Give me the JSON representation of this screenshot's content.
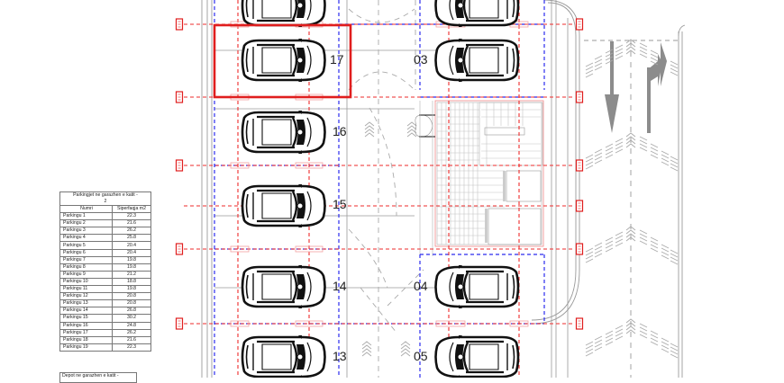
{
  "drawing": {
    "type": "parking garage floor plan",
    "colors": {
      "axis_red": "#ee2b2b",
      "axis_blue": "#2b2bee",
      "highlight_red": "#e01e1e",
      "line_gray": "#9a9a9a",
      "ink": "#111111"
    },
    "highlighted_space": "17"
  },
  "parking_spaces": {
    "left_column": [
      {
        "label": "17",
        "highlighted": true
      },
      {
        "label": "16",
        "highlighted": false
      },
      {
        "label": "15",
        "highlighted": false
      },
      {
        "label": "14",
        "highlighted": false
      },
      {
        "label": "13",
        "highlighted": false
      }
    ],
    "right_column": [
      {
        "label": "03"
      },
      {
        "label": "04"
      },
      {
        "label": "05"
      }
    ]
  },
  "table": {
    "title_line1": "Parkingjet ne garazhen e katit -",
    "title_line2": "2",
    "headers": [
      "Numri",
      "Siperfaqja m2"
    ],
    "rows": [
      [
        "Parkingu 1",
        "22.3"
      ],
      [
        "Parkingu 2",
        "21.6"
      ],
      [
        "Parkingu 3",
        "26.2"
      ],
      [
        "Parkingu 4",
        "25.8"
      ],
      [
        "Parkingu 5",
        "20.4"
      ],
      [
        "Parkingu 6",
        "20.4"
      ],
      [
        "Parkingu 7",
        "19.8"
      ],
      [
        "Parkingu 8",
        "19.8"
      ],
      [
        "Parkingu 9",
        "21.2"
      ],
      [
        "Parkingu 10",
        "18.8"
      ],
      [
        "Parkingu 11",
        "19.8"
      ],
      [
        "Parkingu 12",
        "20.8"
      ],
      [
        "Parkingu 13",
        "20.8"
      ],
      [
        "Parkingu 14",
        "26.8"
      ],
      [
        "Parkingu 15",
        "30.2"
      ],
      [
        "Parkingu 16",
        "24.8"
      ],
      [
        "Parkingu 17",
        "26.2"
      ],
      [
        "Parkingu 18",
        "21.6"
      ],
      [
        "Parkingu 19",
        "22.3"
      ]
    ]
  },
  "table2": {
    "title": "Depot ne garazhen e katit -"
  },
  "road_markings": {
    "arrows": [
      "down-arrow",
      "straight-right-arrow"
    ]
  }
}
